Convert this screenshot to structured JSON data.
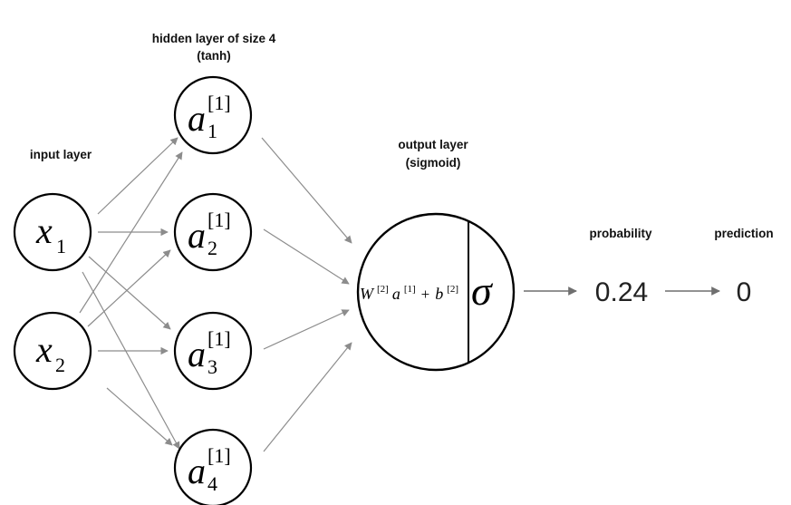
{
  "labels": {
    "input_layer": "input layer",
    "hidden_layer_line1": "hidden layer of size 4",
    "hidden_layer_line2": "(tanh)",
    "output_layer_line1": "output layer",
    "output_layer_line2": "(sigmoid)",
    "probability": "probability",
    "prediction": "prediction"
  },
  "inputs": [
    {
      "symbol": "x",
      "index": "1"
    },
    {
      "symbol": "x",
      "index": "2"
    }
  ],
  "hidden": [
    {
      "symbol": "a",
      "superscript": "[1]",
      "index": "1"
    },
    {
      "symbol": "a",
      "superscript": "[1]",
      "index": "2"
    },
    {
      "symbol": "a",
      "superscript": "[1]",
      "index": "3"
    },
    {
      "symbol": "a",
      "superscript": "[1]",
      "index": "4"
    }
  ],
  "output": {
    "W": "W",
    "W_sup": "[2]",
    "a": "a",
    "a_sup": "[1]",
    "plus": "+",
    "b": "b",
    "b_sup": "[2]",
    "activation": "σ"
  },
  "results": {
    "probability_value": "0.24",
    "prediction_value": "0"
  }
}
